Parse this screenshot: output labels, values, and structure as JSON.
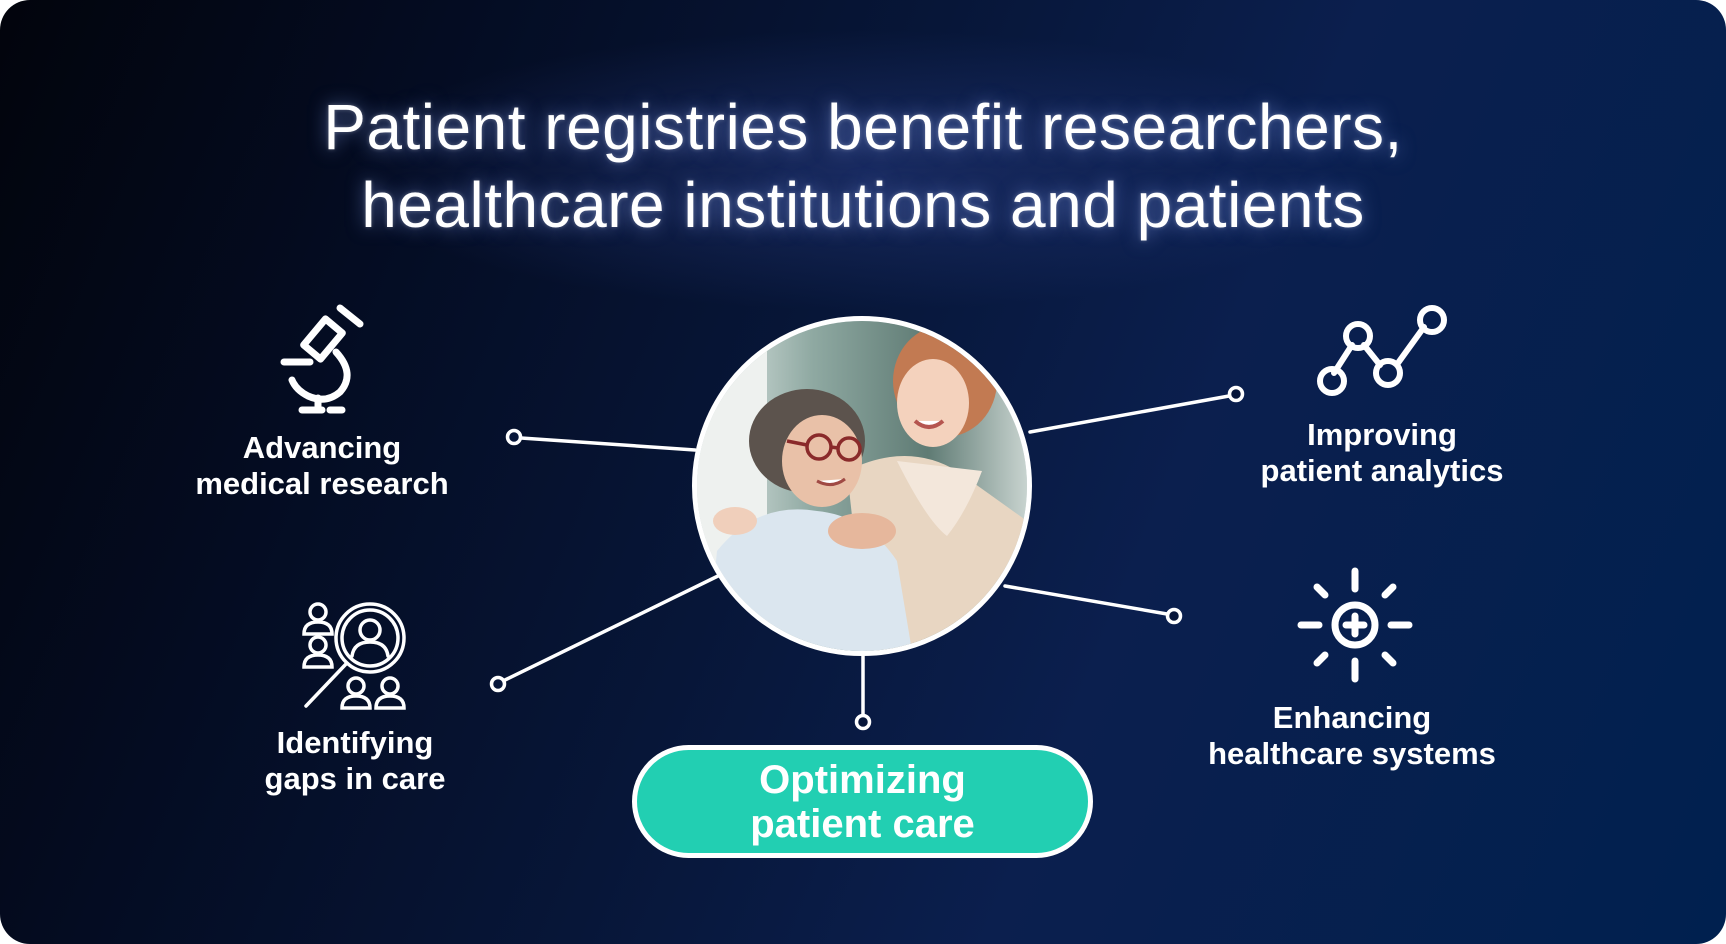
{
  "title": {
    "line1": "Patient registries benefit researchers,",
    "line2": "healthcare institutions and patients"
  },
  "center": {
    "image": "photo-caregiver-with-elderly-patient",
    "highlight": {
      "line1": "Optimizing",
      "line2": "patient care",
      "color": "#22cfb2"
    }
  },
  "benefits": [
    {
      "id": "research",
      "icon": "microscope-icon",
      "line1": "Advancing",
      "line2": "medical research",
      "position": "top-left"
    },
    {
      "id": "analytics",
      "icon": "line-chart-nodes-icon",
      "line1": "Improving",
      "line2": "patient analytics",
      "position": "top-right"
    },
    {
      "id": "gaps",
      "icon": "people-search-icon",
      "line1": "Identifying",
      "line2": "gaps in care",
      "position": "bottom-left"
    },
    {
      "id": "systems",
      "icon": "medical-sun-plus-icon",
      "line1": "Enhancing",
      "line2": "healthcare systems",
      "position": "bottom-right"
    }
  ],
  "colors": {
    "background_dark": "#02040c",
    "background_navy": "#00204f",
    "accent_teal": "#22cfb2",
    "text": "#ffffff"
  }
}
